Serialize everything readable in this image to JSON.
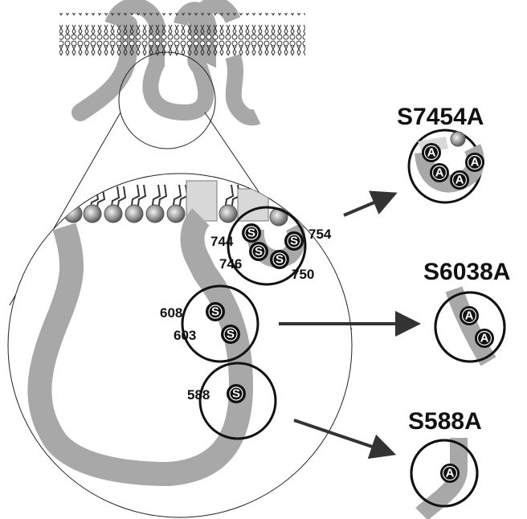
{
  "figure": {
    "residue_symbol": "S",
    "mutant_symbol": "A",
    "colors": {
      "chain": "#a8a8a8",
      "outline": "#111111",
      "lipid_head": "#8c8c8c",
      "membrane_block": "#d6d6d6",
      "arrow": "#333333"
    }
  },
  "sites": [
    {
      "label": "744",
      "count": 1
    },
    {
      "label": "746",
      "count": 1
    },
    {
      "label": "750",
      "count": 1
    },
    {
      "label": "754",
      "count": 1
    },
    {
      "label": "608",
      "count": 1
    },
    {
      "label": "603",
      "count": 1
    },
    {
      "label": "588",
      "count": 1
    }
  ],
  "mutants": [
    {
      "name": "S7454A",
      "alanines": 4
    },
    {
      "name": "S6038A",
      "alanines": 2
    },
    {
      "name": "S588A",
      "alanines": 1
    }
  ]
}
